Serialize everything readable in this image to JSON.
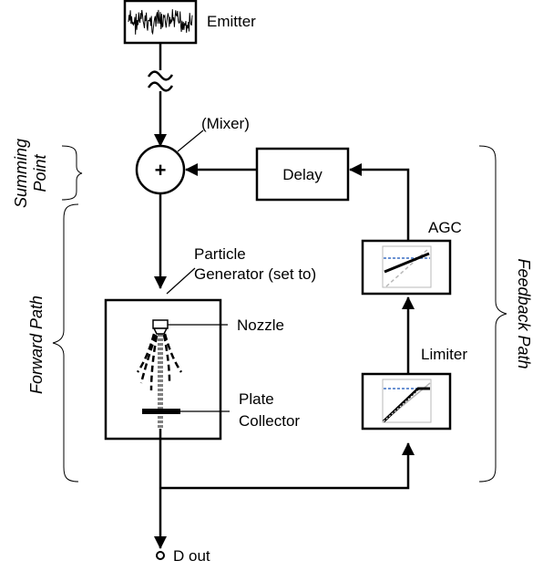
{
  "labels": {
    "emitter": "Emitter",
    "mixer": "(Mixer)",
    "summing_point_line1": "Summing",
    "summing_point_line2": "Point",
    "forward_path": "Forward Path",
    "feedback_path": "Feedback Path",
    "delay": "Delay",
    "agc": "AGC",
    "limiter": "Limiter",
    "particle_line1": "Particle",
    "particle_line2": "Generator (set to)",
    "nozzle": "Nozzle",
    "plate_line1": "Plate",
    "plate_line2": "Collector",
    "output": "D out",
    "plus": "+"
  },
  "colors": {
    "stroke": "#000000",
    "spray": "#808080",
    "curve_dashed": "#3a6fc4",
    "curve_light": "#b8b8b8"
  }
}
